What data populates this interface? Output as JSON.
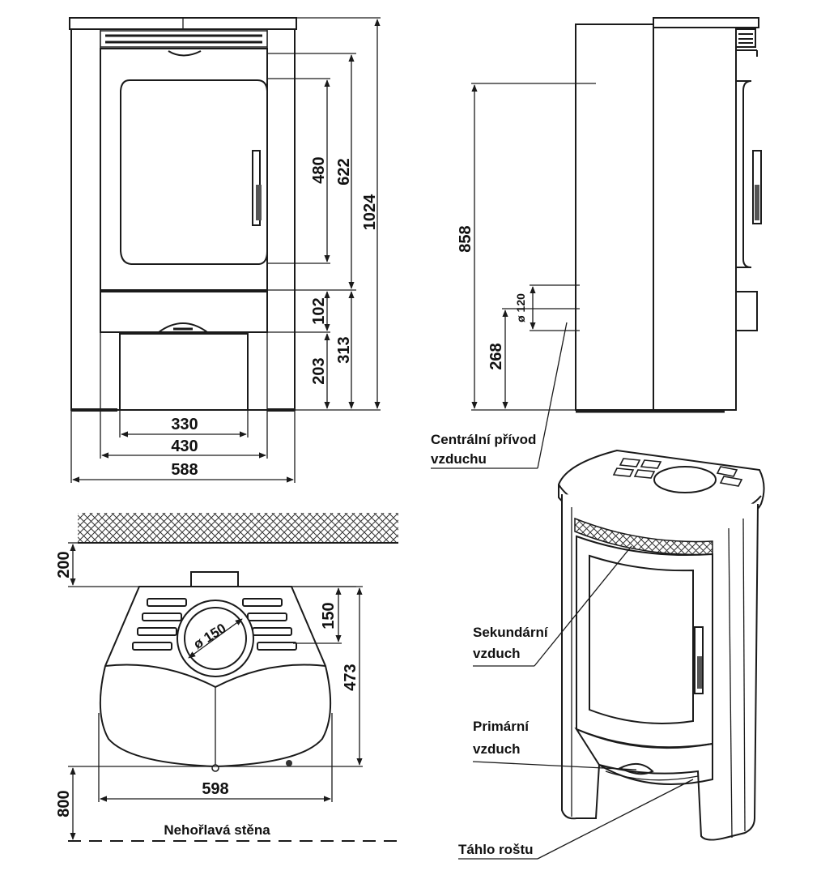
{
  "front_view": {
    "dims": {
      "h_1024": "1024",
      "h_622": "622",
      "h_480": "480",
      "h_102": "102",
      "h_313": "313",
      "h_203": "203",
      "w_330": "330",
      "w_430": "430",
      "w_588": "588"
    }
  },
  "side_view": {
    "dims": {
      "h_858": "858",
      "h_268": "268",
      "d_120": "ø 120"
    },
    "labels": {
      "air_line1": "Centrální přívod",
      "air_line2": "vzduchu"
    }
  },
  "top_view": {
    "dims": {
      "wall_200": "200",
      "d_150": "150",
      "flue_dia": "ø 150",
      "depth_473": "473",
      "w_598": "598",
      "front_800": "800"
    },
    "labels": {
      "nonflam_wall": "Nehořlavá stěna"
    }
  },
  "iso_view": {
    "labels": {
      "secondary_line1": "Sekundární",
      "secondary_line2": "vzduch",
      "primary_line1": "Primární",
      "primary_line2": "vzduch",
      "grate": "Táhlo roštu"
    }
  }
}
